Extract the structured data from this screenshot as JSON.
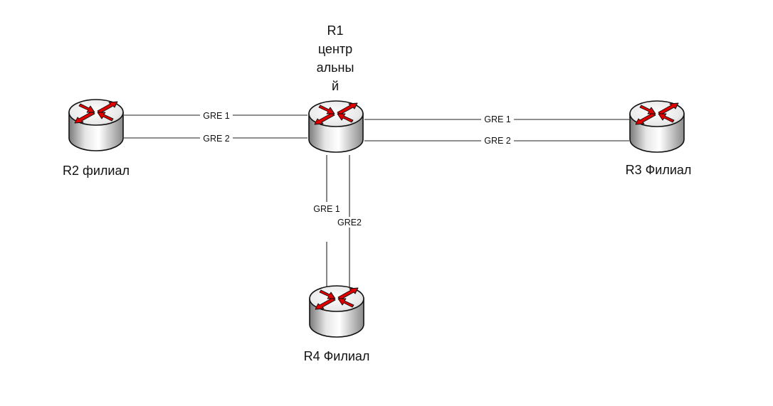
{
  "routers": {
    "r1": {
      "label_lines": [
        "R1",
        "центр",
        "альны",
        "й"
      ],
      "icon": "router-icon"
    },
    "r2": {
      "label": "R2 филиал",
      "icon": "router-icon"
    },
    "r3": {
      "label": "R3 Филиал",
      "icon": "router-icon"
    },
    "r4": {
      "label": "R4 Филиал",
      "icon": "router-icon"
    }
  },
  "links": {
    "r2_r1": {
      "tunnel_1": "GRE 1",
      "tunnel_2": "GRE 2"
    },
    "r1_r3": {
      "tunnel_1": "GRE 1",
      "tunnel_2": "GRE 2"
    },
    "r1_r4": {
      "tunnel_1": "GRE 1",
      "tunnel_2": "GRE2"
    }
  },
  "colors": {
    "router_body_light": "#f2f2f2",
    "router_body_dark": "#8c8c8c",
    "router_outline": "#111111",
    "arrow_red": "#e00000",
    "line": "#222222"
  }
}
